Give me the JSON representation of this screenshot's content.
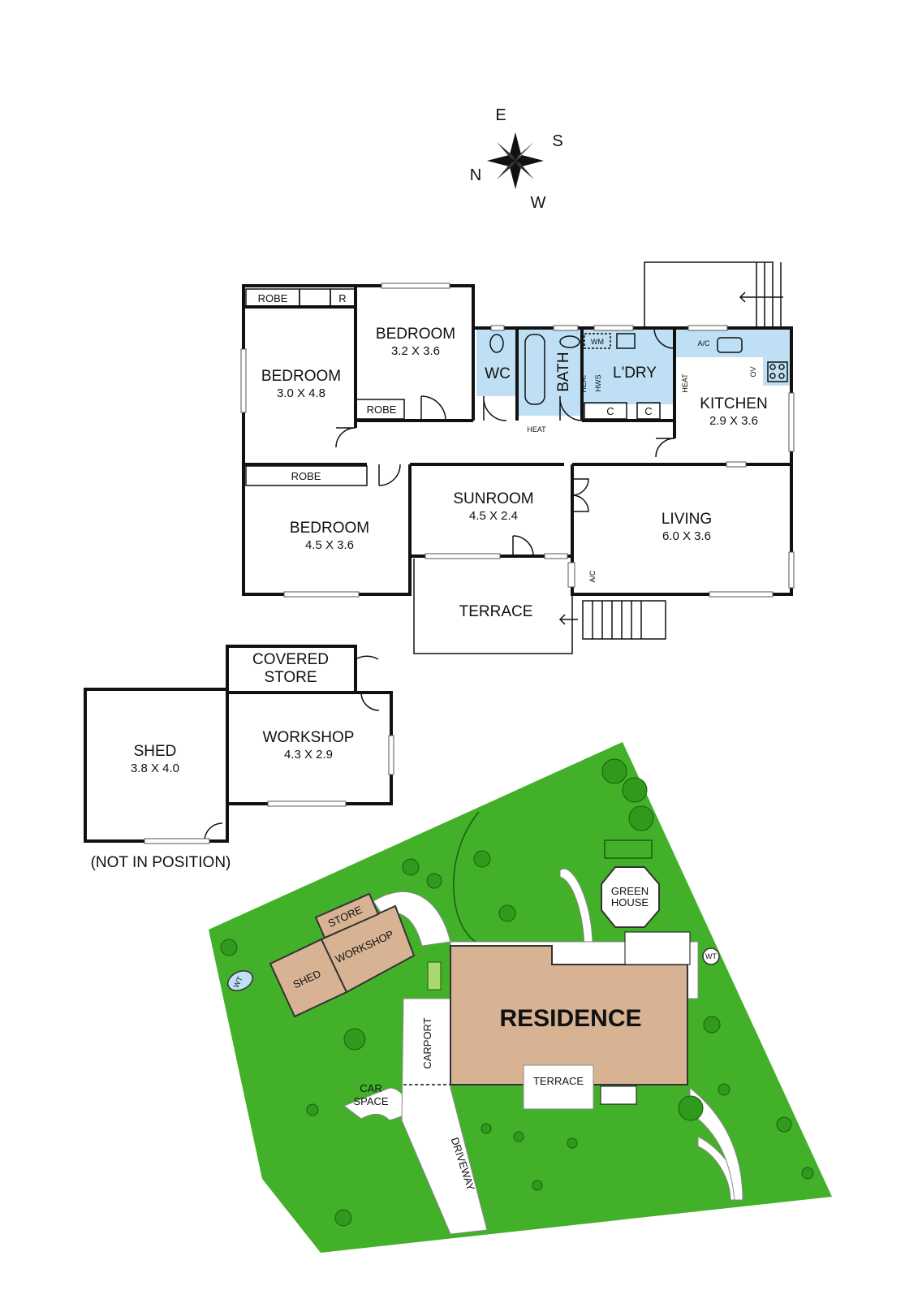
{
  "compass": {
    "east": "E",
    "south": "S",
    "north": "N",
    "west": "W"
  },
  "rooms": {
    "bedroom1": {
      "name": "BEDROOM",
      "dims": "3.0 X 4.8"
    },
    "bedroom2": {
      "name": "BEDROOM",
      "dims": "3.2 X 3.6"
    },
    "bedroom3": {
      "name": "BEDROOM",
      "dims": "4.5 X 3.6"
    },
    "robe1": "ROBE",
    "robe2": "ROBE",
    "robe3": "ROBE",
    "r": "R",
    "wc": "WC",
    "bath": "BATH",
    "laundry": "L'DRY",
    "wm": "WM",
    "hws": "HWS",
    "heat1": "HEAT",
    "heat2": "HEAT",
    "heat3": "HEAT",
    "c1": "C",
    "c2": "C",
    "ac1": "A/C",
    "ac2": "A/C",
    "ov": "OV",
    "kitchen": {
      "name": "KITCHEN",
      "dims": "2.9 X 3.6"
    },
    "sunroom": {
      "name": "SUNROOM",
      "dims": "4.5 X 2.4"
    },
    "living": {
      "name": "LIVING",
      "dims": "6.0 X 3.6"
    },
    "terrace": "TERRACE"
  },
  "outbuildings": {
    "covered_store_line1": "COVERED",
    "covered_store_line2": "STORE",
    "workshop": {
      "name": "WORKSHOP",
      "dims": "4.3 X 2.9"
    },
    "shed": {
      "name": "SHED",
      "dims": "3.8 X 4.0"
    },
    "note": "(NOT IN POSITION)"
  },
  "site": {
    "residence": "RESIDENCE",
    "terrace": "TERRACE",
    "carport": "CARPORT",
    "car_space_line1": "CAR",
    "car_space_line2": "SPACE",
    "driveway": "DRIVEWAY",
    "shed": "SHED",
    "workshop": "WORKSHOP",
    "store": "STORE",
    "green_house_line1": "GREEN",
    "green_house_line2": "HOUSE",
    "wt1": "WT",
    "wt2": "WT"
  },
  "colors": {
    "wet_area": "#bfe0f4",
    "lawn": "#43b02a",
    "tree": "#2f9a1c",
    "building": "#d7b394"
  }
}
